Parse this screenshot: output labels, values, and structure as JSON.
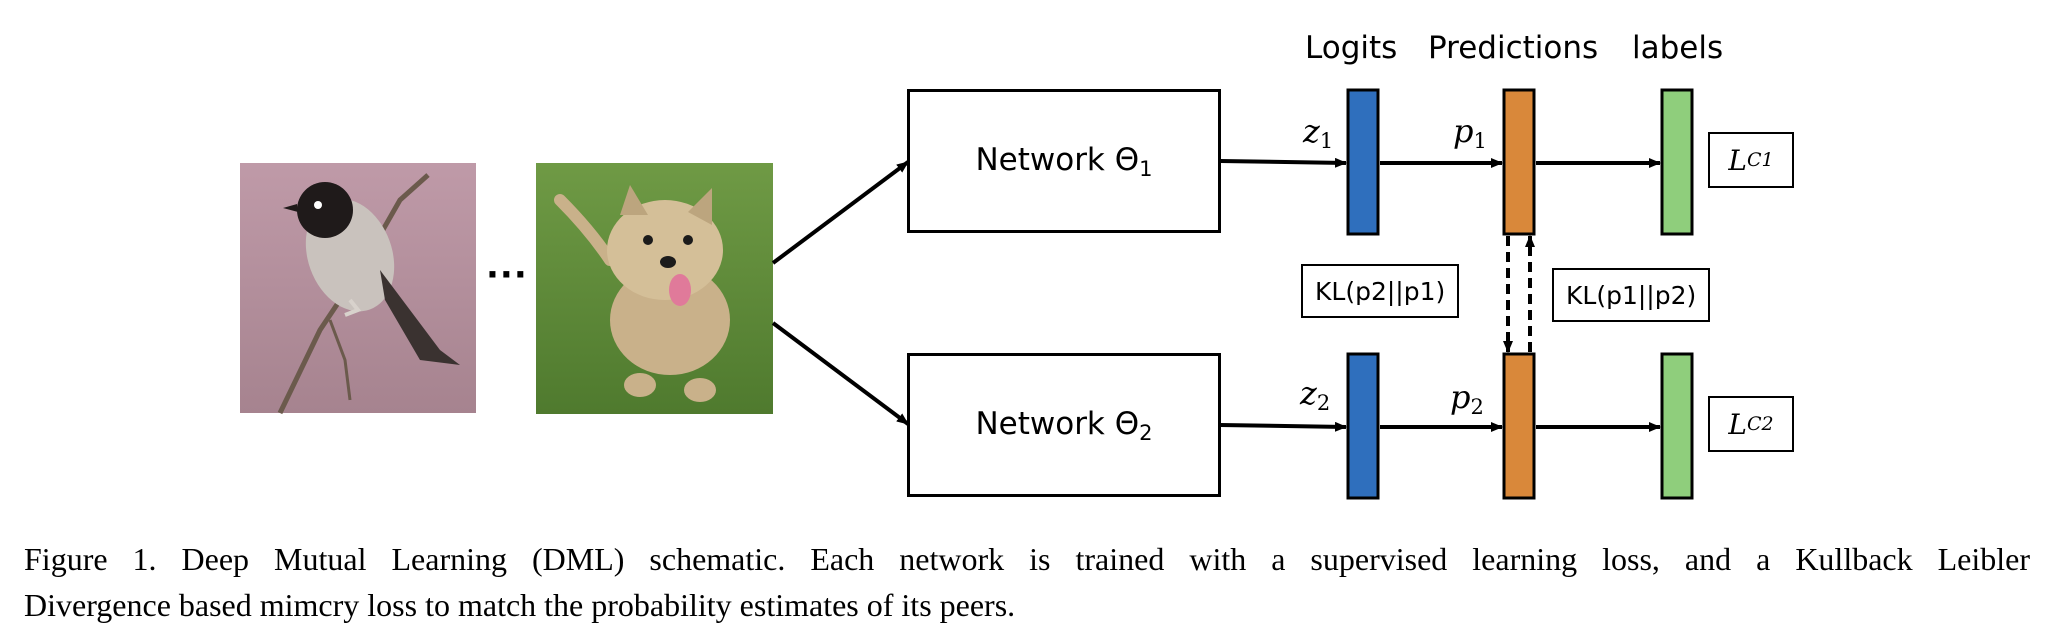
{
  "images": [
    {
      "name": "bird photo",
      "colors": {
        "bg": "#b592a0",
        "body": "#c9c2bd",
        "head": "#1f1a1a",
        "branch": "#6b5a4c"
      }
    },
    {
      "name": "dog photo",
      "colors": {
        "grass": "#5f8a3a",
        "fur": "#c9b18a",
        "tongue": "#e07a9a"
      }
    }
  ],
  "ellipsis": "···",
  "column_labels": {
    "logits": "Logits",
    "predictions": "Predictions",
    "labels": "labels"
  },
  "networks": [
    {
      "prefix": "Network Θ",
      "sub": "1"
    },
    {
      "prefix": "Network Θ",
      "sub": "2"
    }
  ],
  "vars": {
    "z1": {
      "main": "z",
      "sub": "1"
    },
    "p1": {
      "main": "p",
      "sub": "1"
    },
    "z2": {
      "main": "z",
      "sub": "2"
    },
    "p2": {
      "main": "p",
      "sub": "2"
    }
  },
  "kl": {
    "left": "KL(p2||p1)",
    "right": "KL(p1||p2)"
  },
  "losses": [
    {
      "main": "L",
      "sub": "C1"
    },
    {
      "main": "L",
      "sub": "C2"
    }
  ],
  "colors": {
    "logit_bar": "#2f6fbd",
    "prediction_bar": "#d9883a",
    "label_bar": "#8fce7c",
    "stroke": "#000000"
  },
  "caption": {
    "line1": "Figure 1. Deep Mutual Learning (DML) schematic.  Each network is trained with a supervised learning loss, and a Kullback Leibler",
    "line2": "Divergence based mimcry loss to match the probability estimates of its peers."
  }
}
